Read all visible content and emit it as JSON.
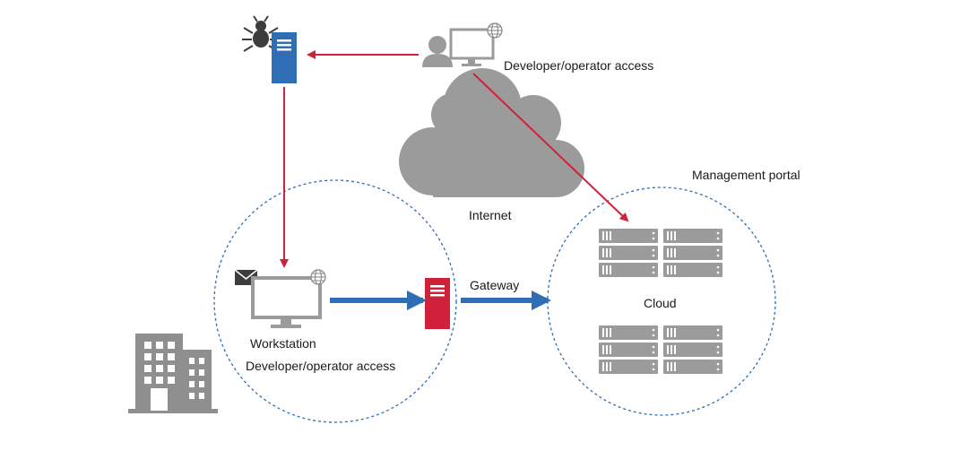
{
  "labels": {
    "top_access": "Developer/operator access",
    "internet": "Internet",
    "management_portal": "Management portal",
    "gateway": "Gateway",
    "cloud": "Cloud",
    "workstation": "Workstation",
    "bottom_access": "Developer/operator access"
  },
  "colors": {
    "attack_arrow": "#d0213a",
    "data_arrow": "#2f6db5",
    "zone_border": "#2f6db5",
    "gray_icon": "#9b9b9b",
    "server_blue": "#2f6db5",
    "gateway_red": "#d0213a"
  },
  "icons": [
    "bug-icon",
    "compromised-server-icon",
    "user-icon",
    "monitor-icon",
    "globe-icon",
    "cloud-icon",
    "mail-icon",
    "workstation-monitor-icon",
    "gateway-icon",
    "server-rack-icon",
    "building-icon"
  ]
}
